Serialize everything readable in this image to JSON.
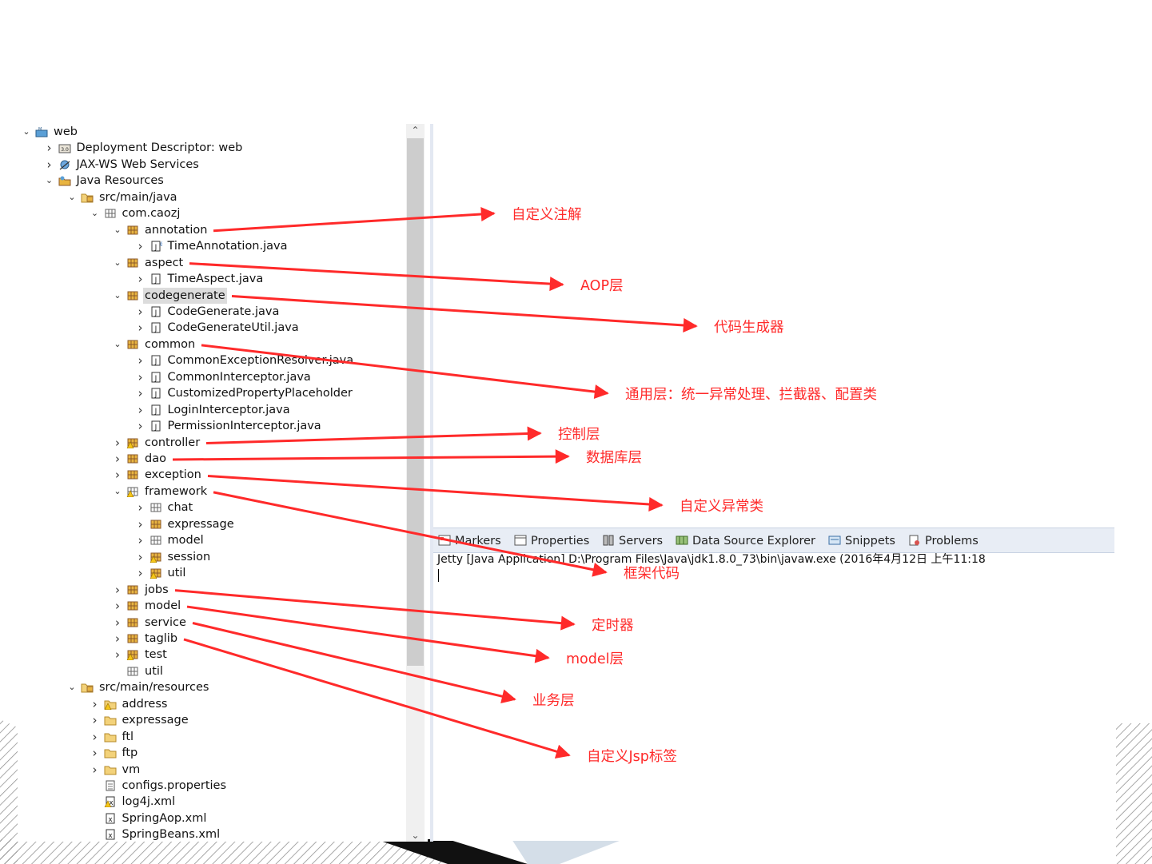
{
  "tree": [
    {
      "id": "web",
      "label": "web",
      "depth": 0,
      "twisty": "open",
      "icon": "web-project-icon"
    },
    {
      "id": "deployment-descriptor",
      "label": "Deployment Descriptor: web",
      "depth": 1,
      "twisty": "closed",
      "icon": "deployment-descriptor-icon"
    },
    {
      "id": "jax-ws",
      "label": "JAX-WS Web Services",
      "depth": 1,
      "twisty": "closed",
      "icon": "web-services-icon"
    },
    {
      "id": "java-resources",
      "label": "Java Resources",
      "depth": 1,
      "twisty": "open",
      "icon": "java-resources-icon"
    },
    {
      "id": "src-main-java",
      "label": "src/main/java",
      "depth": 2,
      "twisty": "open",
      "icon": "source-folder-icon"
    },
    {
      "id": "com-caozj",
      "label": "com.caozj",
      "depth": 3,
      "twisty": "open",
      "icon": "package-empty-icon"
    },
    {
      "id": "annotation",
      "label": "annotation",
      "depth": 4,
      "twisty": "open",
      "icon": "package-icon"
    },
    {
      "id": "timeannotation-java",
      "label": "TimeAnnotation.java",
      "depth": 5,
      "twisty": "closed",
      "icon": "annotation-file-icon"
    },
    {
      "id": "aspect",
      "label": "aspect",
      "depth": 4,
      "twisty": "open",
      "icon": "package-icon"
    },
    {
      "id": "timeaspect-java",
      "label": "TimeAspect.java",
      "depth": 5,
      "twisty": "closed",
      "icon": "java-file-icon"
    },
    {
      "id": "codegenerate",
      "label": "codegenerate",
      "depth": 4,
      "twisty": "open",
      "icon": "package-icon",
      "selected": true
    },
    {
      "id": "codegenerate-java",
      "label": "CodeGenerate.java",
      "depth": 5,
      "twisty": "closed",
      "icon": "java-file-icon"
    },
    {
      "id": "codegenerateutil-java",
      "label": "CodeGenerateUtil.java",
      "depth": 5,
      "twisty": "closed",
      "icon": "java-file-icon"
    },
    {
      "id": "common",
      "label": "common",
      "depth": 4,
      "twisty": "open",
      "icon": "package-icon"
    },
    {
      "id": "commonexceptionresolver-java",
      "label": "CommonExceptionResolver.java",
      "depth": 5,
      "twisty": "closed",
      "icon": "java-file-icon"
    },
    {
      "id": "commoninterceptor-java",
      "label": "CommonInterceptor.java",
      "depth": 5,
      "twisty": "closed",
      "icon": "java-file-icon"
    },
    {
      "id": "customizedpropertyplaceholder",
      "label": "CustomizedPropertyPlaceholder",
      "depth": 5,
      "twisty": "closed",
      "icon": "java-file-icon"
    },
    {
      "id": "logininterceptor-java",
      "label": "LoginInterceptor.java",
      "depth": 5,
      "twisty": "closed",
      "icon": "java-file-icon"
    },
    {
      "id": "permissioninterceptor-java",
      "label": "PermissionInterceptor.java",
      "depth": 5,
      "twisty": "closed",
      "icon": "java-file-icon"
    },
    {
      "id": "controller",
      "label": "controller",
      "depth": 4,
      "twisty": "closed",
      "icon": "package-warning-icon"
    },
    {
      "id": "dao",
      "label": "dao",
      "depth": 4,
      "twisty": "closed",
      "icon": "package-icon"
    },
    {
      "id": "exception",
      "label": "exception",
      "depth": 4,
      "twisty": "closed",
      "icon": "package-icon"
    },
    {
      "id": "framework",
      "label": "framework",
      "depth": 4,
      "twisty": "open",
      "icon": "package-empty-warning-icon"
    },
    {
      "id": "chat",
      "label": "chat",
      "depth": 5,
      "twisty": "closed",
      "icon": "package-empty-icon"
    },
    {
      "id": "expressage",
      "label": "expressage",
      "depth": 5,
      "twisty": "closed",
      "icon": "package-icon"
    },
    {
      "id": "model-fw",
      "label": "model",
      "depth": 5,
      "twisty": "closed",
      "icon": "package-empty-icon"
    },
    {
      "id": "session",
      "label": "session",
      "depth": 5,
      "twisty": "closed",
      "icon": "package-warning-icon"
    },
    {
      "id": "util-fw",
      "label": "util",
      "depth": 5,
      "twisty": "closed",
      "icon": "package-warning-icon"
    },
    {
      "id": "jobs",
      "label": "jobs",
      "depth": 4,
      "twisty": "closed",
      "icon": "package-icon"
    },
    {
      "id": "model",
      "label": "model",
      "depth": 4,
      "twisty": "closed",
      "icon": "package-icon"
    },
    {
      "id": "service",
      "label": "service",
      "depth": 4,
      "twisty": "closed",
      "icon": "package-icon"
    },
    {
      "id": "taglib",
      "label": "taglib",
      "depth": 4,
      "twisty": "closed",
      "icon": "package-icon"
    },
    {
      "id": "test",
      "label": "test",
      "depth": 4,
      "twisty": "closed",
      "icon": "package-warning-icon"
    },
    {
      "id": "util",
      "label": "util",
      "depth": 4,
      "twisty": "none",
      "icon": "package-empty-icon"
    },
    {
      "id": "src-main-resources",
      "label": "src/main/resources",
      "depth": 2,
      "twisty": "open",
      "icon": "source-folder-icon"
    },
    {
      "id": "address",
      "label": "address",
      "depth": 3,
      "twisty": "closed",
      "icon": "folder-warning-icon"
    },
    {
      "id": "expressage-res",
      "label": "expressage",
      "depth": 3,
      "twisty": "closed",
      "icon": "folder-icon"
    },
    {
      "id": "ftl",
      "label": "ftl",
      "depth": 3,
      "twisty": "closed",
      "icon": "folder-icon"
    },
    {
      "id": "ftp",
      "label": "ftp",
      "depth": 3,
      "twisty": "closed",
      "icon": "folder-icon"
    },
    {
      "id": "vm",
      "label": "vm",
      "depth": 3,
      "twisty": "closed",
      "icon": "folder-icon"
    },
    {
      "id": "configs-properties",
      "label": "configs.properties",
      "depth": 3,
      "twisty": "none",
      "icon": "properties-file-icon"
    },
    {
      "id": "log4j-xml",
      "label": "log4j.xml",
      "depth": 3,
      "twisty": "none",
      "icon": "xml-file-warning-icon"
    },
    {
      "id": "springaop-xml",
      "label": "SpringAop.xml",
      "depth": 3,
      "twisty": "none",
      "icon": "xml-file-icon"
    },
    {
      "id": "springbeans-xml",
      "label": "SpringBeans.xml",
      "depth": 3,
      "twisty": "none",
      "icon": "xml-file-icon"
    }
  ],
  "console": {
    "tabs": [
      {
        "id": "markers",
        "label": "Markers",
        "icon": "markers-icon"
      },
      {
        "id": "properties",
        "label": "Properties",
        "icon": "properties-icon"
      },
      {
        "id": "servers",
        "label": "Servers",
        "icon": "servers-icon"
      },
      {
        "id": "data-source-explorer",
        "label": "Data Source Explorer",
        "icon": "data-source-icon"
      },
      {
        "id": "snippets",
        "label": "Snippets",
        "icon": "snippets-icon"
      },
      {
        "id": "problems",
        "label": "Problems",
        "icon": "problems-icon"
      }
    ],
    "line": "Jetty [Java Application] D:\\Program Files\\Java\\jdk1.8.0_73\\bin\\javaw.exe (2016年4月12日 上午11:18"
  },
  "annotations": [
    {
      "id": "custom-annotation",
      "text": "自定义注解",
      "target": "annotation"
    },
    {
      "id": "aop-layer",
      "text": "AOP层",
      "target": "aspect"
    },
    {
      "id": "code-generator",
      "text": "代码生成器",
      "target": "codegenerate"
    },
    {
      "id": "common-layer",
      "text": "通用层：统一异常处理、拦截器、配置类",
      "target": "common"
    },
    {
      "id": "control-layer",
      "text": "控制层",
      "target": "controller"
    },
    {
      "id": "database-layer",
      "text": "数据库层",
      "target": "dao"
    },
    {
      "id": "custom-exception",
      "text": "自定义异常类",
      "target": "exception"
    },
    {
      "id": "framework-code",
      "text": "框架代码",
      "target": "framework"
    },
    {
      "id": "timer",
      "text": "定时器",
      "target": "jobs"
    },
    {
      "id": "model-layer",
      "text": "model层",
      "target": "model"
    },
    {
      "id": "business-layer",
      "text": "业务层",
      "target": "service"
    },
    {
      "id": "custom-jsp-tag",
      "text": "自定义Jsp标签",
      "target": "taglib"
    }
  ],
  "colors": {
    "annotation_red": "#ff2a2a",
    "selection": "#dcdcdc",
    "package_brown": "#8b5a2b"
  }
}
